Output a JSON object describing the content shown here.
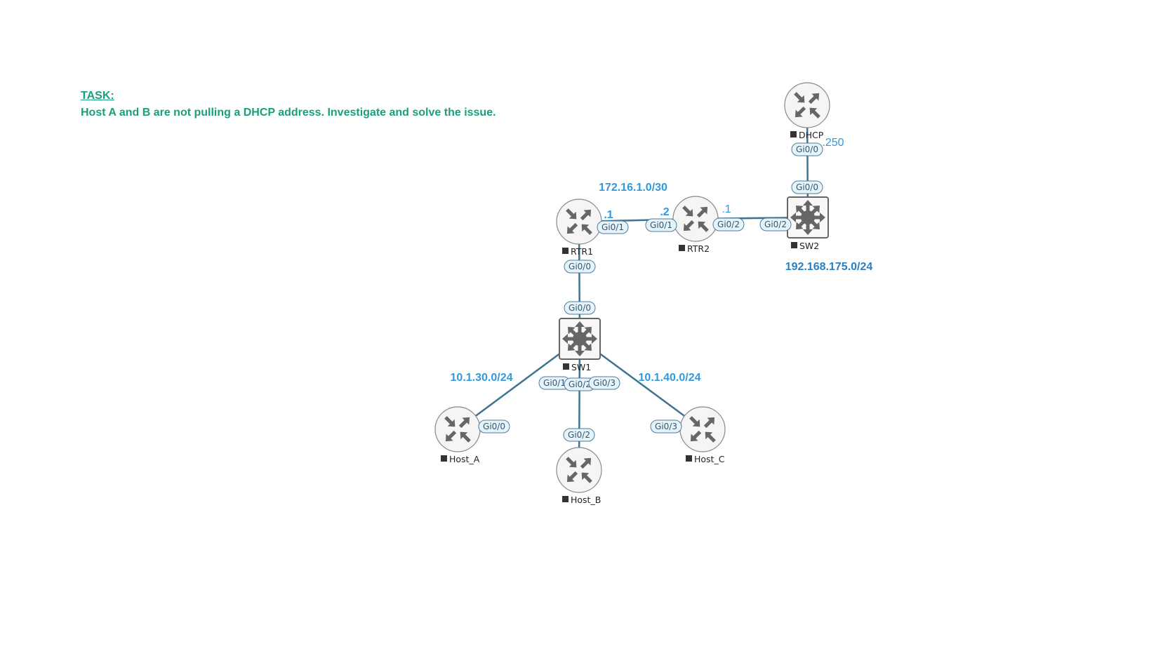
{
  "task": {
    "heading": "TASK:",
    "text": "Host A and B are not pulling a DHCP address. Investigate and solve the issue."
  },
  "colors": {
    "task": "#1a9e7e",
    "subnet": "#3399dd",
    "subnet_dark": "#2b7fc0",
    "link": "#3e7391",
    "iface_fill": "#e6f3fb"
  },
  "nodes": [
    {
      "id": "DHCP",
      "label": "DHCP",
      "type": "router"
    },
    {
      "id": "SW2",
      "label": "SW2",
      "type": "switch"
    },
    {
      "id": "RTR1",
      "label": "RTR1",
      "type": "router"
    },
    {
      "id": "RTR2",
      "label": "RTR2",
      "type": "router"
    },
    {
      "id": "SW1",
      "label": "SW1",
      "type": "switch"
    },
    {
      "id": "Host_A",
      "label": "Host_A",
      "type": "router"
    },
    {
      "id": "Host_B",
      "label": "Host_B",
      "type": "router"
    },
    {
      "id": "Host_C",
      "label": "Host_C",
      "type": "router"
    }
  ],
  "links": [
    {
      "a": "DHCP",
      "a_if": "Gi0/0",
      "b": "SW2",
      "b_if": "Gi0/0"
    },
    {
      "a": "RTR1",
      "a_if": "Gi0/1",
      "b": "RTR2",
      "b_if": "Gi0/1"
    },
    {
      "a": "RTR2",
      "a_if": "Gi0/2",
      "b": "SW2",
      "b_if": "Gi0/2"
    },
    {
      "a": "RTR1",
      "a_if": "Gi0/0",
      "b": "SW1",
      "b_if": "Gi0/0"
    },
    {
      "a": "SW1",
      "a_if": "Gi0/1",
      "b": "Host_A",
      "b_if": "Gi0/0"
    },
    {
      "a": "SW1",
      "a_if": "Gi0/2",
      "b": "Host_B",
      "b_if": "Gi0/2"
    },
    {
      "a": "SW1",
      "a_if": "Gi0/3",
      "b": "Host_C",
      "b_if": "Gi0/3"
    }
  ],
  "subnets": [
    "172.16.1.0/30",
    "192.168.175.0/24",
    "10.1.30.0/24",
    "10.1.40.0/24"
  ],
  "ip_labels": [
    ".250",
    ".1",
    ".2",
    ".1"
  ]
}
